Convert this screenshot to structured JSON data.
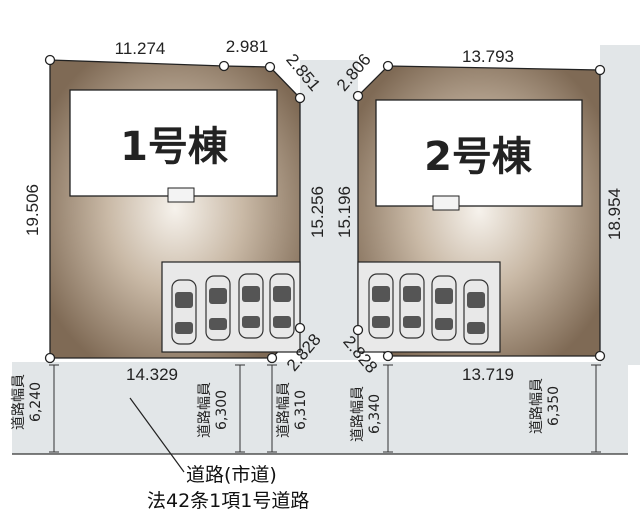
{
  "lot1": {
    "building_label": "1号棟",
    "dims": {
      "top_left": "11.274",
      "top_mid": "2.981",
      "corner_top": "2.851",
      "left": "19.506",
      "right": "15.256",
      "bottom": "14.329",
      "corner_bottom": "2.828"
    }
  },
  "lot2": {
    "building_label": "2号棟",
    "dims": {
      "corner_top": "2.806",
      "top": "13.793",
      "left": "15.196",
      "right": "18.954",
      "corner_bottom": "2.828",
      "bottom": "13.719"
    }
  },
  "road_widths": [
    {
      "label": "道路幅員",
      "value": "6,240"
    },
    {
      "label": "道路幅員",
      "value": "6,300"
    },
    {
      "label": "道路幅員",
      "value": "6,310"
    },
    {
      "label": "道路幅員",
      "value": "6,340"
    },
    {
      "label": "道路幅員",
      "value": "6,350"
    }
  ],
  "road_caption": {
    "line1": "道路(市道)",
    "line2": "法42条1項1号道路"
  },
  "colors": {
    "lot_edge": "#8a7560",
    "lot_center": "#f4efe7",
    "road": "#dfe3e5",
    "outline": "#222222",
    "car_dark": "#4a4a4a",
    "car_light": "#8c8c8c"
  }
}
